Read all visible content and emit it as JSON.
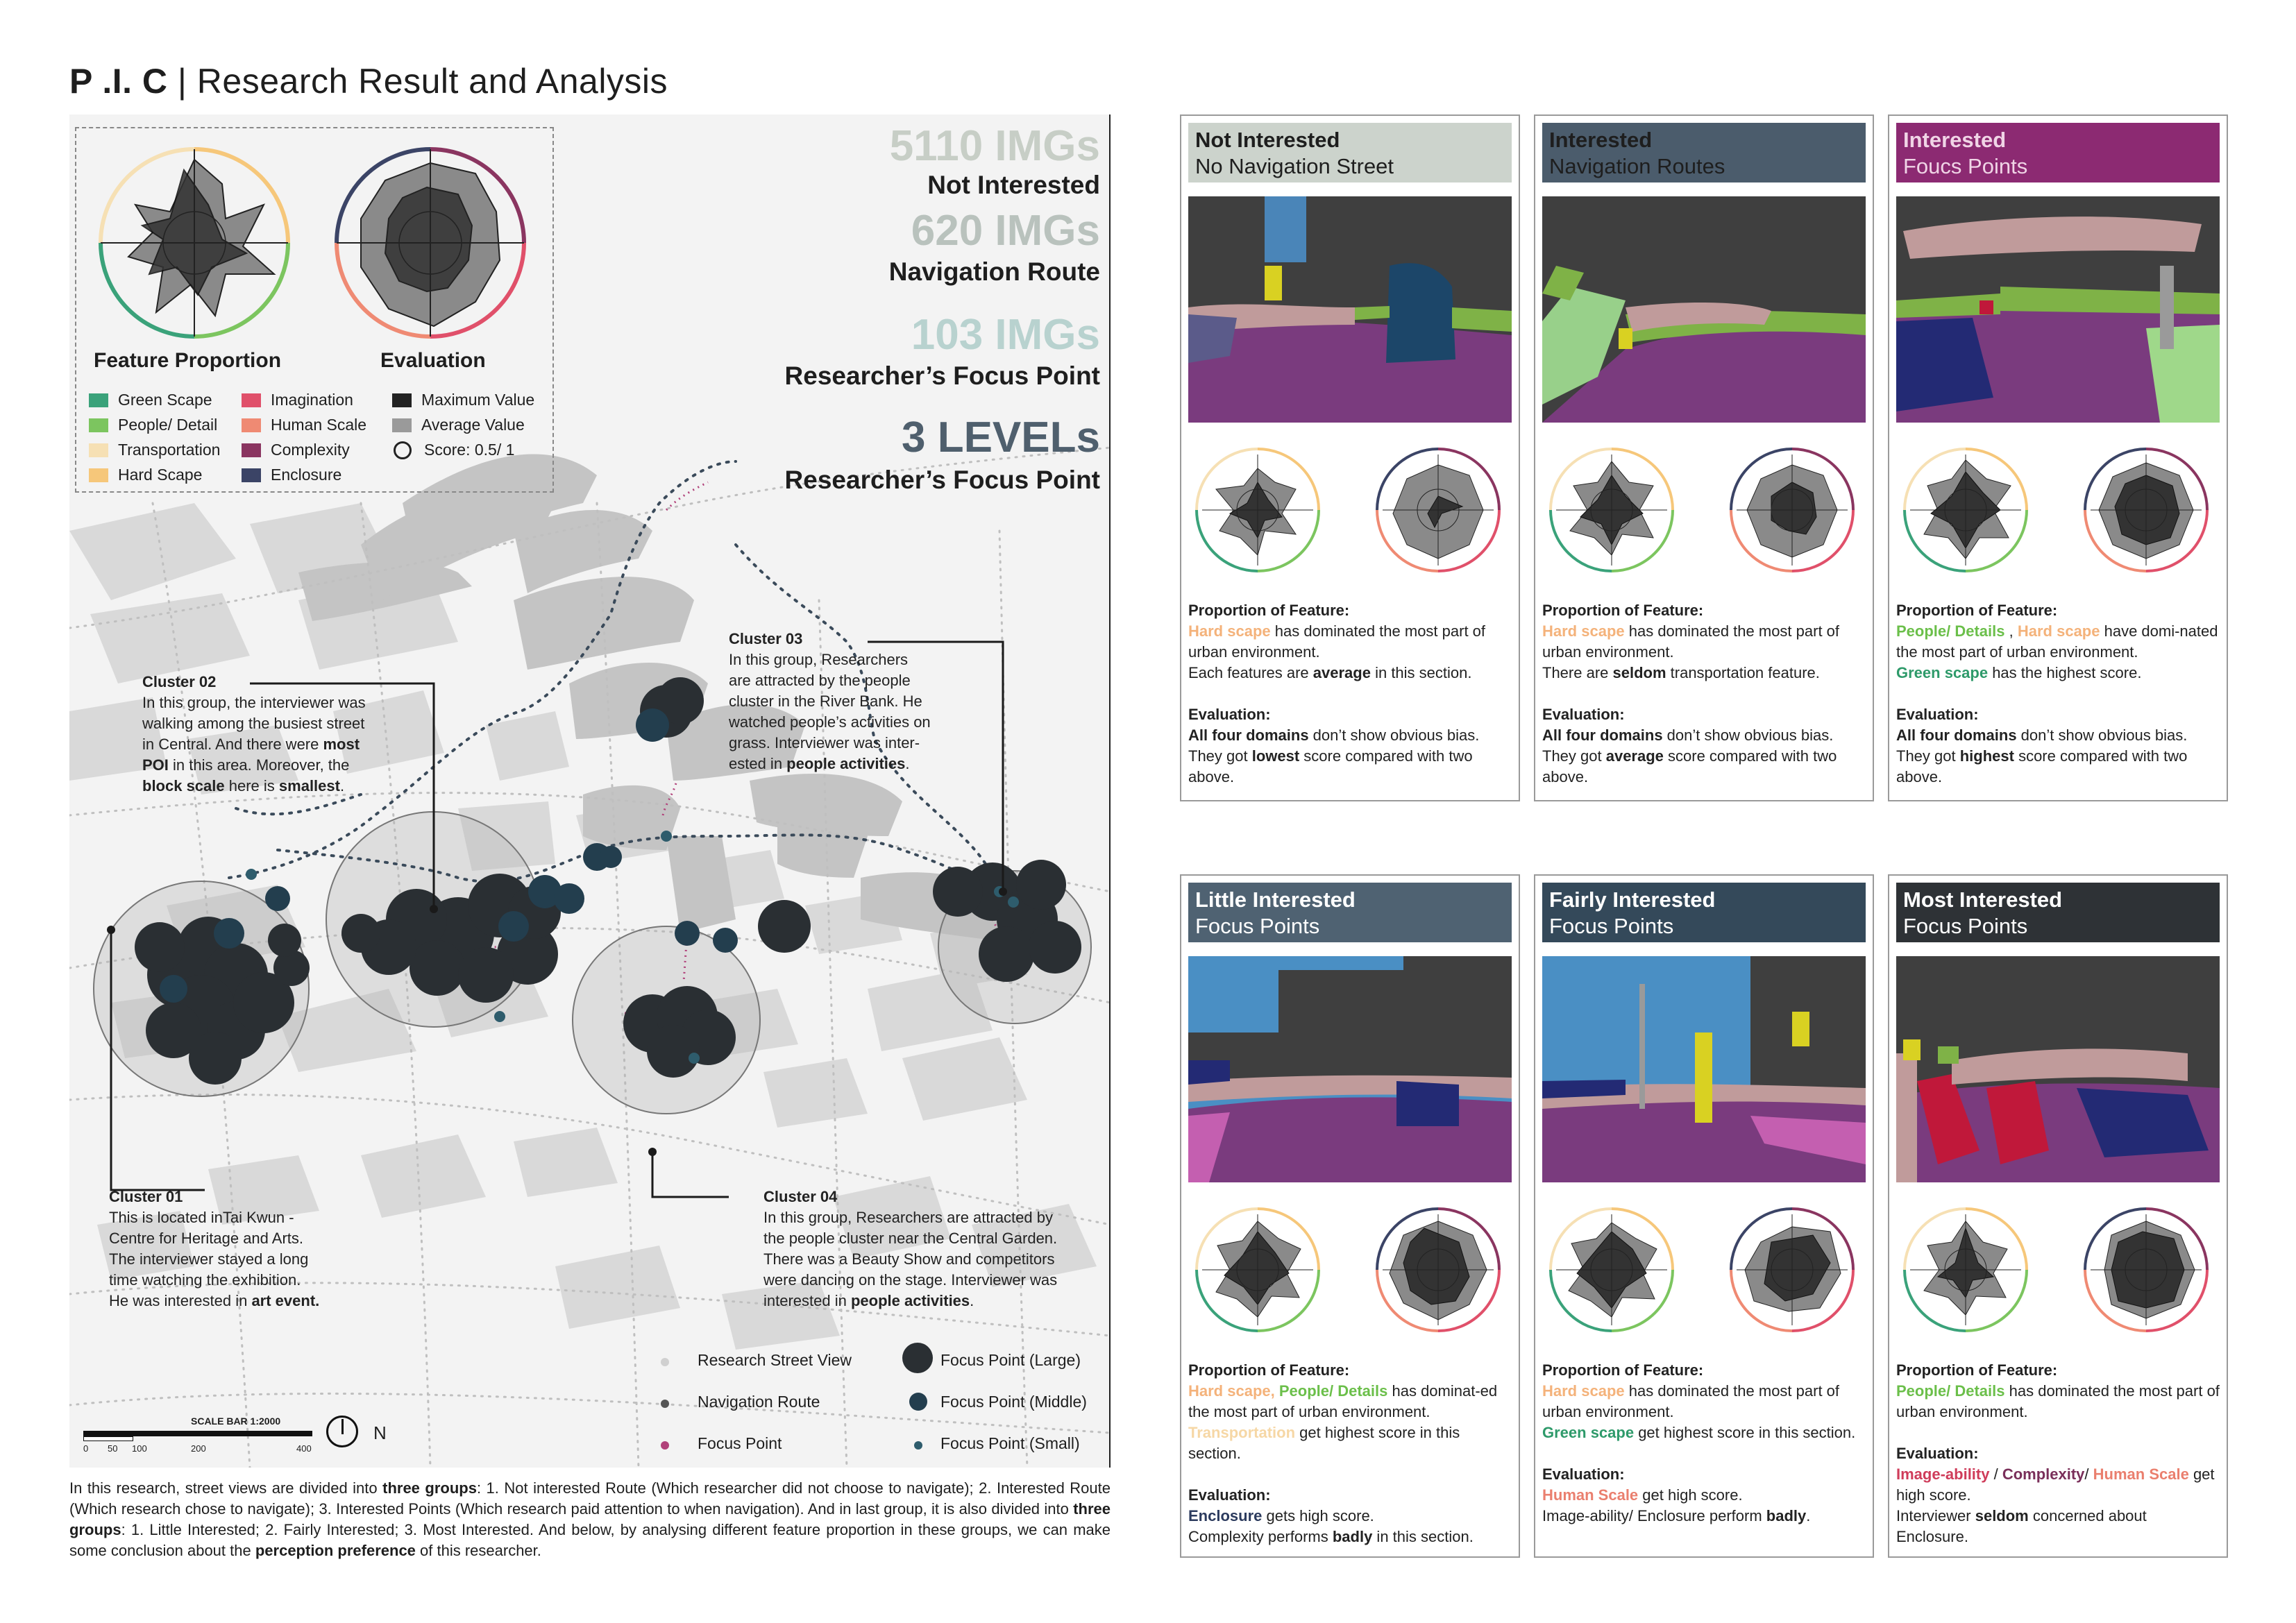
{
  "title": {
    "bold": "P .I. C",
    "rest": "| Research Result and Analysis"
  },
  "colors": {
    "green_scape": "#3aa27a",
    "people_detail": "#7cc55f",
    "transportation": "#f6e0b4",
    "hard_scape": "#f6c77a",
    "imagination": "#e0506a",
    "human_scale": "#ef8a73",
    "complexity": "#8a3560",
    "enclosure": "#3b4466",
    "not_interested": "#c9d1c9",
    "interested_routes": "#4b5c6c",
    "interested_focus": "#8c2a72",
    "little": "#4f6272",
    "fairly": "#34495a",
    "most": "#2e3236"
  },
  "legend": {
    "feature_title": "Feature Proportion",
    "eval_title": "Evaluation",
    "items": [
      {
        "label": "Green Scape",
        "color": "#3aa27a"
      },
      {
        "label": "People/ Detail",
        "color": "#7cc55f"
      },
      {
        "label": "Transportation",
        "color": "#f6e0b4"
      },
      {
        "label": "Hard Scape",
        "color": "#f6c77a"
      },
      {
        "label": "Imagination",
        "color": "#e0506a"
      },
      {
        "label": "Human Scale",
        "color": "#ef8a73"
      },
      {
        "label": "Complexity",
        "color": "#8a3560"
      },
      {
        "label": "Enclosure",
        "color": "#3b4466"
      },
      {
        "label": "Maximum Value",
        "color": "#222222"
      },
      {
        "label": "Average Value",
        "color": "#9a9a9a"
      },
      {
        "label": "Score: 0.5/ 1",
        "color": "none"
      }
    ]
  },
  "stats": [
    {
      "big": "5110 IMGs",
      "sub": "Not Interested",
      "color": "#c7cec6"
    },
    {
      "big": "620 IMGs",
      "sub": "Navigation Route",
      "color": "#b9c2bd"
    },
    {
      "big": "103 IMGs",
      "sub": "Researcher’s Focus Point",
      "color": "#b8d2cf"
    },
    {
      "big": "3 LEVELs",
      "sub": "Researcher’s Focus Point",
      "color": "#4f5f6d"
    }
  ],
  "clusters": {
    "c01": {
      "title": "Cluster 01",
      "lines": [
        "This is located inTai Kwun -",
        "Centre for Heritage and Arts.",
        "The interviewer stayed a long",
        "time watching the exhibition."
      ],
      "last_pre": "He was interested in ",
      "last_bold": "art event."
    },
    "c02": {
      "title": "Cluster 02",
      "lines": [
        "In this group, the interviewer was",
        "walking among the busiest street"
      ],
      "l3_pre": "in Central. And there were ",
      "l3_bold": "most",
      "l4_bold": "POI",
      "l4_rest": " in this area. Moreover, the",
      "l5_bold": "block scale",
      "l5_mid": " here is ",
      "l5_bold2": "smallest",
      "l5_end": "."
    },
    "c03": {
      "title": "Cluster 03",
      "lines": [
        "In  this  group,  Researchers",
        "are  attracted  by  the  people",
        "cluster in the River Bank. He",
        "watched people’s activities on",
        "grass.  Interviewer  was  inter-"
      ],
      "last_pre": "ested in ",
      "last_bold": "people activities",
      "last_end": "."
    },
    "c04": {
      "title": "Cluster 04",
      "lines": [
        "In this group, Researchers are attracted by",
        "the people cluster near the Central Garden.",
        "There was a Beauty Show and competitors",
        "were dancing on the stage. Interviewer was"
      ],
      "last_pre": "interested in ",
      "last_bold": "people activities",
      "last_end": "."
    }
  },
  "map_legend": {
    "street_view": "Research Street View",
    "nav_route": "Navigation Route",
    "focus_point": "Focus Point",
    "fp_large": "Focus Point (Large)",
    "fp_middle": "Focus Point (Middle)",
    "fp_small": "Focus Point (Small)",
    "scale_bar": "SCALE BAR 1:2000",
    "scale_ticks": [
      "0",
      "50",
      "100",
      "200",
      "400"
    ],
    "north": "N"
  },
  "bottom_text": {
    "p1": "In this research, street views are divided into ",
    "b1": "three groups",
    "p2": ":  1. Not interested Route (Which researcher did not choose to navigate); 2. Interested Route (Which research chose to navigate); 3. Interested Points (Which research paid attention to when navigation). And in last group, it is also divided into ",
    "b2": "three groups",
    "p3": ": 1. Little Interested; 2. Fairly Interested; 3. Most Interested. And below, by analysing different feature proportion in these groups, we can make some conclusion about the ",
    "b3": "perception preference",
    "p4": " of this researcher."
  },
  "cards": [
    {
      "h1": "Not Interested",
      "h2": "No Navigation Street"
    },
    {
      "h1": "Interested",
      "h2": "Navigation Routes"
    },
    {
      "h1": "Interested",
      "h2": "Foucs Points"
    },
    {
      "h1": "Little Interested",
      "h2": "Focus Points"
    },
    {
      "h1": "Fairly Interested",
      "h2": "Focus Points"
    },
    {
      "h1": "Most Interested",
      "h2": "Focus Points"
    }
  ],
  "card_text": {
    "pof": "Proportion of Feature:",
    "eval": "Evaluation:",
    "hard_scape": "Hard scape",
    "hard_scape_comma": "Hard scape,",
    "people_details": "People/ Details",
    "green_scape": "Green scape",
    "transportation": "Transportation",
    "enclosure": "Enclosure",
    "human_scale": "Human Scale",
    "image_ability": "Image-ability",
    "complexity": "Complexity",
    "c1": {
      "a": " has dominated the most part of urban environment.",
      "b_pre": "Each features are ",
      "b_bold": "average",
      "b_end": " in this section.",
      "e_bold": "All four domains",
      "e_rest": " don’t show obvious bias. They got ",
      "e_bold2": "lowest",
      "e_end": " score compared with two above."
    },
    "c2": {
      "a": " has dominated the most part of urban environment.",
      "b_pre": "There are ",
      "b_bold": "seldom",
      "b_end": " transportation feature.",
      "e_bold": "All four domains",
      "e_rest": " don’t show obvious bias. They got ",
      "e_bold2": "average",
      "e_end": " score compared with two above."
    },
    "c3": {
      "a_mid": " , ",
      "a": " have domi-nated the most part of urban environment.",
      "b_end": " has the highest score.",
      "e_bold": "All four domains",
      "e_rest": " don’t show obvious bias. They got ",
      "e_bold2": "highest",
      "e_end": " score compared with two above."
    },
    "c4": {
      "a": " has dominat-ed the most part of urban environment.",
      "b_end": " get highest score in this section.",
      "e_end": " gets high score.",
      "f_pre": "Complexity performs ",
      "f_bold": "badly",
      "f_end": " in this section."
    },
    "c5": {
      "a": " has dominated the most part of urban environment.",
      "b_end": " get highest score in this section.",
      "e_end": "  get high score.",
      "f_pre": "Image-ability/ Enclosure perform ",
      "f_bold": "badly",
      "f_end": "."
    },
    "c6": {
      "a": " has dominated the most part of urban environment.",
      "e_sep1": " / ",
      "e_sep2": "/ ",
      "e_end": " get high score.",
      "f_pre": "Interviewer ",
      "f_bold": "seldom",
      "f_end": " concerned about Enclosure."
    }
  }
}
